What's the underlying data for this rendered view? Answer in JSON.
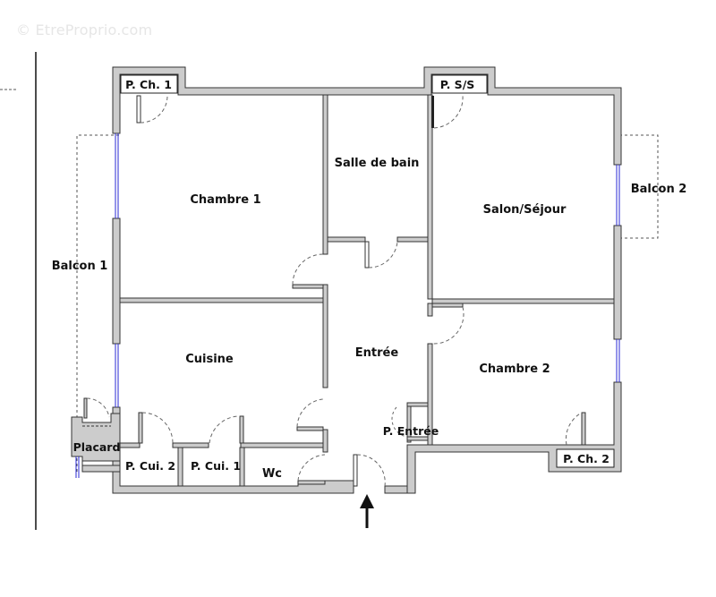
{
  "watermark": "© EtreProprio.com",
  "plan": {
    "wall_fill": "#cccccc",
    "wall_stroke": "#333333",
    "window_color": "#2a2ad6",
    "rooms": [
      {
        "id": "chambre-1",
        "label": "Chambre 1"
      },
      {
        "id": "salle-de-bain",
        "label": "Salle de bain"
      },
      {
        "id": "salon-sejour",
        "label": "Salon/Séjour"
      },
      {
        "id": "cuisine",
        "label": "Cuisine"
      },
      {
        "id": "entree",
        "label": "Entrée"
      },
      {
        "id": "chambre-2",
        "label": "Chambre 2"
      },
      {
        "id": "wc",
        "label": "Wc"
      }
    ],
    "closets": [
      {
        "id": "p-ch-1-top",
        "label": "P. Ch. 1"
      },
      {
        "id": "p-ss",
        "label": "P. S/S"
      },
      {
        "id": "p-cui-2",
        "label": "P. Cui. 2"
      },
      {
        "id": "p-cui-1",
        "label": "P. Cui. 1"
      },
      {
        "id": "p-entree",
        "label": "P. Entrée"
      },
      {
        "id": "p-ch-2",
        "label": "P. Ch. 2"
      },
      {
        "id": "placard",
        "label": "Placard"
      }
    ],
    "balconies": [
      {
        "id": "balcon-1",
        "label": "Balcon 1"
      },
      {
        "id": "balcon-2",
        "label": "Balcon 2"
      }
    ],
    "entrance_arrow": "entrance-arrow"
  }
}
